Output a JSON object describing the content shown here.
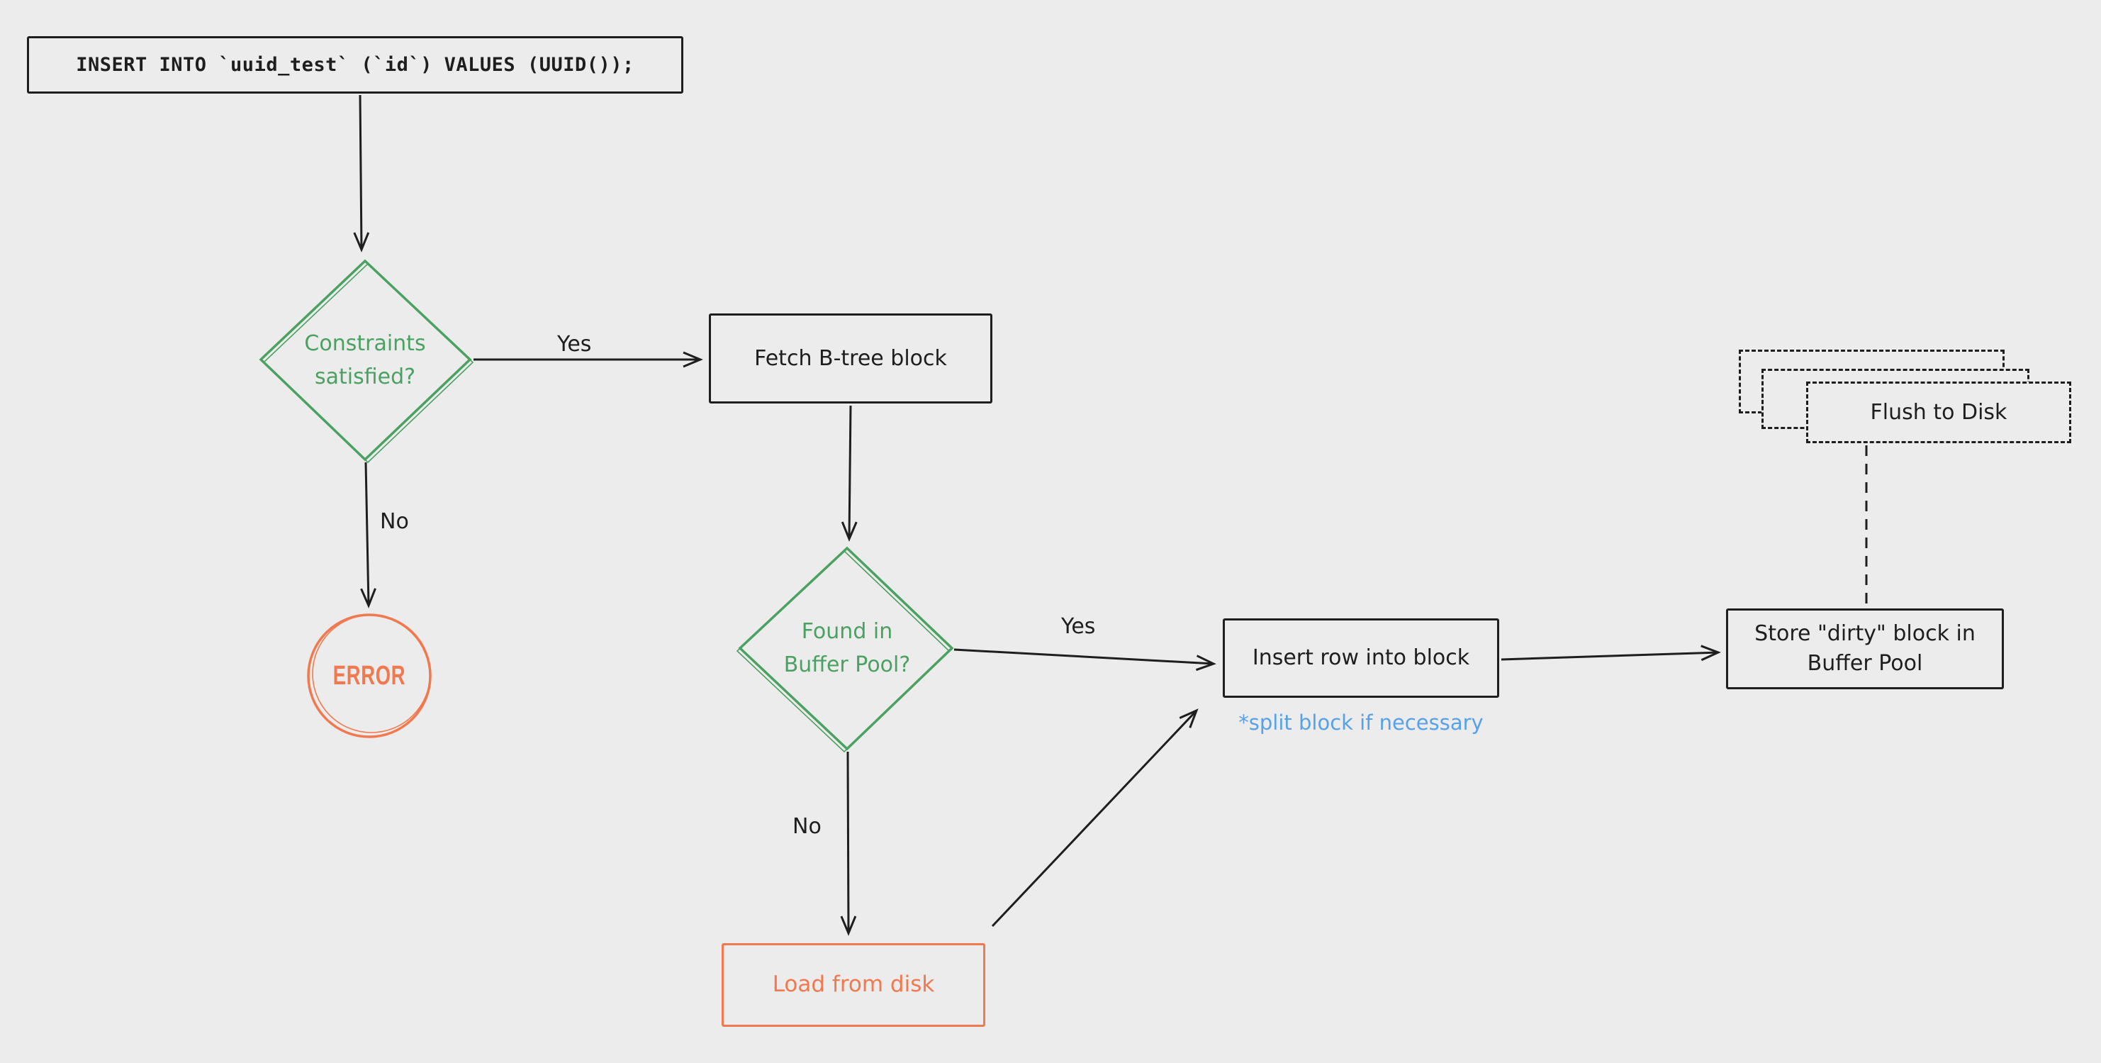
{
  "colors": {
    "background": "#ececec",
    "stroke": "#1e1e1e",
    "green": "#4ba161",
    "orange": "#f0794f",
    "blue": "#57a1e8"
  },
  "nodes": {
    "sql": {
      "label": "INSERT INTO `uuid_test` (`id`) VALUES (UUID());"
    },
    "constraints": {
      "label": "Constraints\nsatisfied?"
    },
    "fetch": {
      "label": "Fetch B-tree block"
    },
    "error": {
      "label": "ERROR"
    },
    "buffer": {
      "label": "Found in\nBuffer Pool?"
    },
    "load": {
      "label": "Load from disk"
    },
    "insert": {
      "label": "Insert row into block",
      "note": "*split block if necessary"
    },
    "store": {
      "label": "Store \"dirty\" block in\nBuffer Pool"
    },
    "flush": {
      "label": "Flush to Disk"
    }
  },
  "edge_labels": {
    "constraints_yes": "Yes",
    "constraints_no": "No",
    "buffer_yes": "Yes",
    "buffer_no": "No"
  }
}
